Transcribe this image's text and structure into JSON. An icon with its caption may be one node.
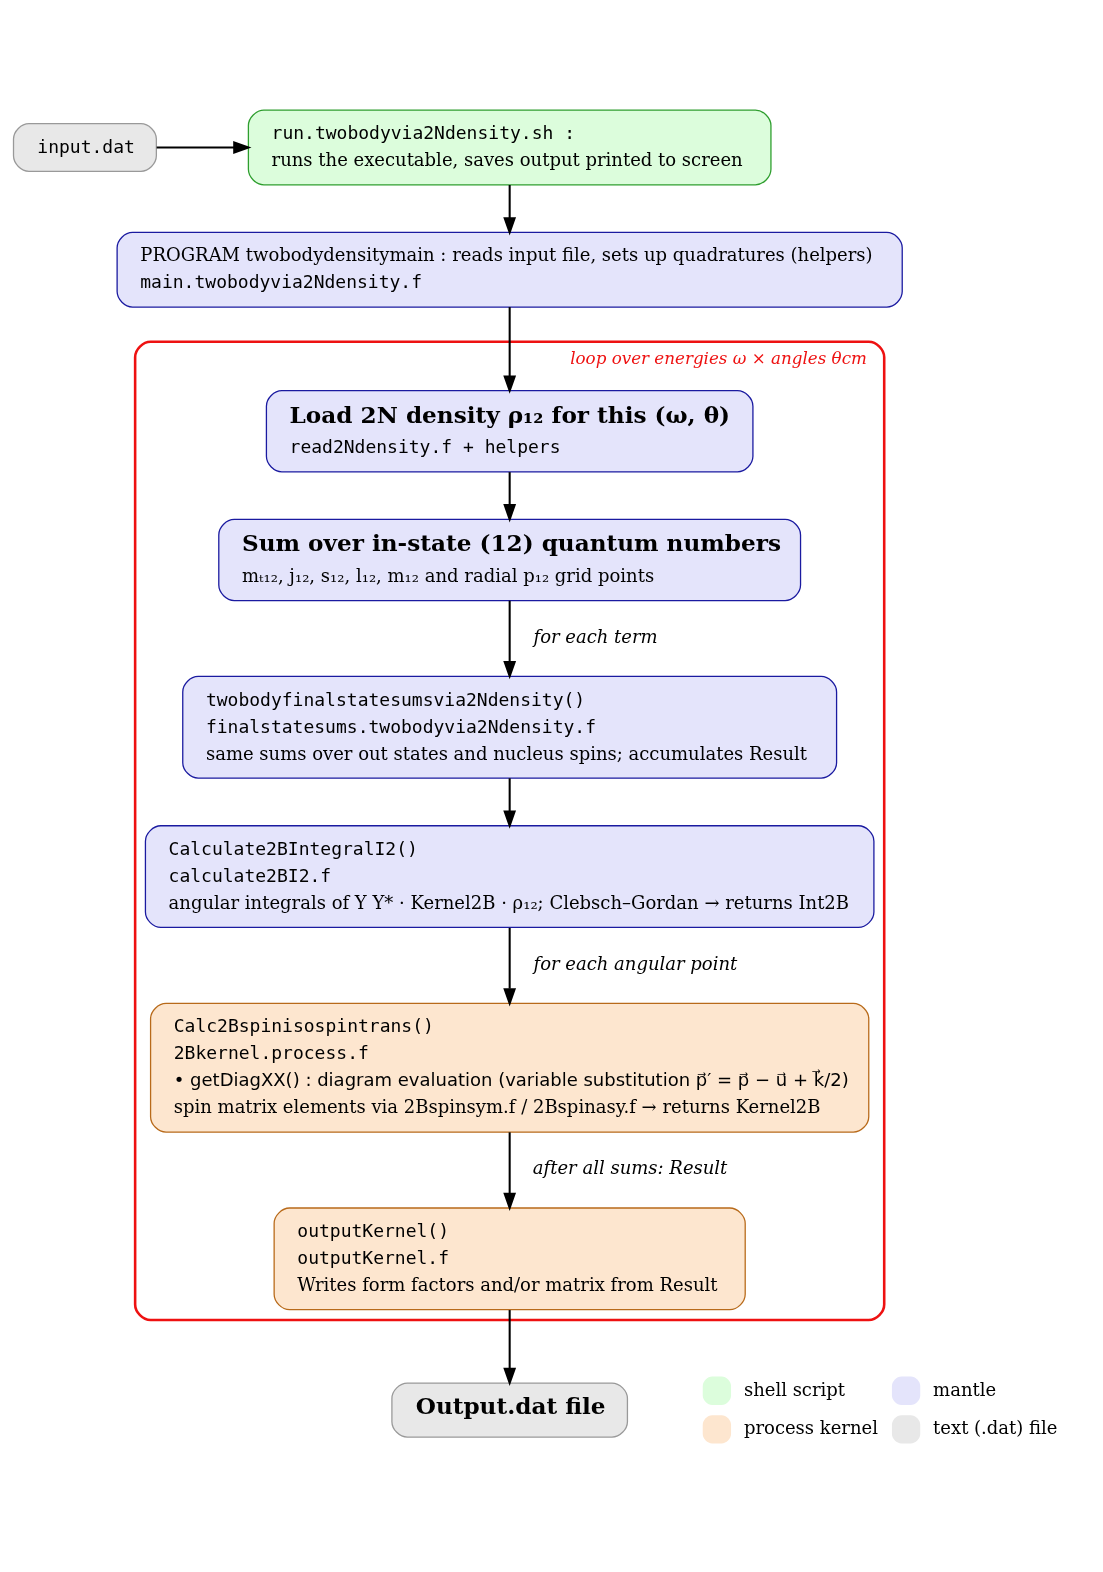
{
  "diagram": {
    "nodes": [
      {
        "text": [
          "input.dat"
        ]
      },
      {
        "text": [
          "run.twobodyvia2Ndensity.sh :",
          "runs the executable, saves output printed to screen"
        ]
      },
      {
        "text": [
          "PROGRAM twobodydensitymain : reads input file, sets up quadratures (helpers)",
          "main.twobodyvia2Ndensity.f"
        ]
      },
      {
        "text": [
          "loop over energies ω × angles θcm"
        ]
      },
      {
        "text": [
          "Load 2N density ρ₁₂ for this (ω, θ)",
          "read2Ndensity.f + helpers"
        ],
        "in": 3
      },
      {
        "text": [
          "Sum over in-state (12) quantum numbers",
          "mₜ₁₂, j₁₂, s₁₂, l₁₂, m₁₂ and radial p₁₂ grid points"
        ],
        "in": 3
      },
      {
        "text": [
          "twobodyfinalstatesumsvia2Ndensity()",
          "finalstatesums.twobodyvia2Ndensity.f",
          "same sums over out states and nucleus spins; accumulates Result"
        ],
        "in": 3
      },
      {
        "text": [
          "Calculate2BIntegralI2()",
          "calculate2BI2.f",
          "angular integrals of Y Y* · Kernel2B · ρ₁₂; Clebsch–Gordan → returns Int2B"
        ],
        "in": 3
      },
      {
        "text": [
          "Calc2Bspinisospintrans()",
          "2Bkernel.process.f",
          "• getDiagXX() : diagram evaluation (variable substitution p⃗′ = p⃗ − u⃗ + k⃗/2)",
          "spin matrix elements via 2Bspinsym.f / 2Bspinasy.f → returns Kernel2B"
        ],
        "in": 3
      },
      {
        "text": [
          "outputKernel()",
          "outputKernel.f",
          "Writes form factors and/or matrix from Result"
        ],
        "in": 3
      },
      {
        "text": [
          "Output.dat file"
        ]
      }
    ],
    "edges": [
      {
        "from": 0,
        "to": 1,
        "arrow": "to"
      },
      {
        "from": 1,
        "to": 2,
        "arrow": "to"
      },
      {
        "from": 2,
        "to": 4,
        "arrow": "to"
      },
      {
        "from": 4,
        "to": 5,
        "arrow": "to"
      },
      {
        "from": 5,
        "to": 6,
        "arrow": "to",
        "label": "for each term"
      },
      {
        "from": 6,
        "to": 7,
        "arrow": "to"
      },
      {
        "from": 7,
        "to": 8,
        "arrow": "to",
        "label": "for each angular point"
      },
      {
        "from": 8,
        "to": 9,
        "arrow": "to",
        "label": "after all sums: Result"
      },
      {
        "from": 9,
        "to": 10,
        "arrow": "to"
      }
    ],
    "legend": [
      {
        "text": "shell script",
        "color": "#dcfddc"
      },
      {
        "text": "mantle",
        "color": "#e4e4fb"
      },
      {
        "text": "process kernel",
        "color": "#fde6cf"
      },
      {
        "text": "text (.dat) file",
        "color": "#e8e8e8"
      }
    ]
  }
}
